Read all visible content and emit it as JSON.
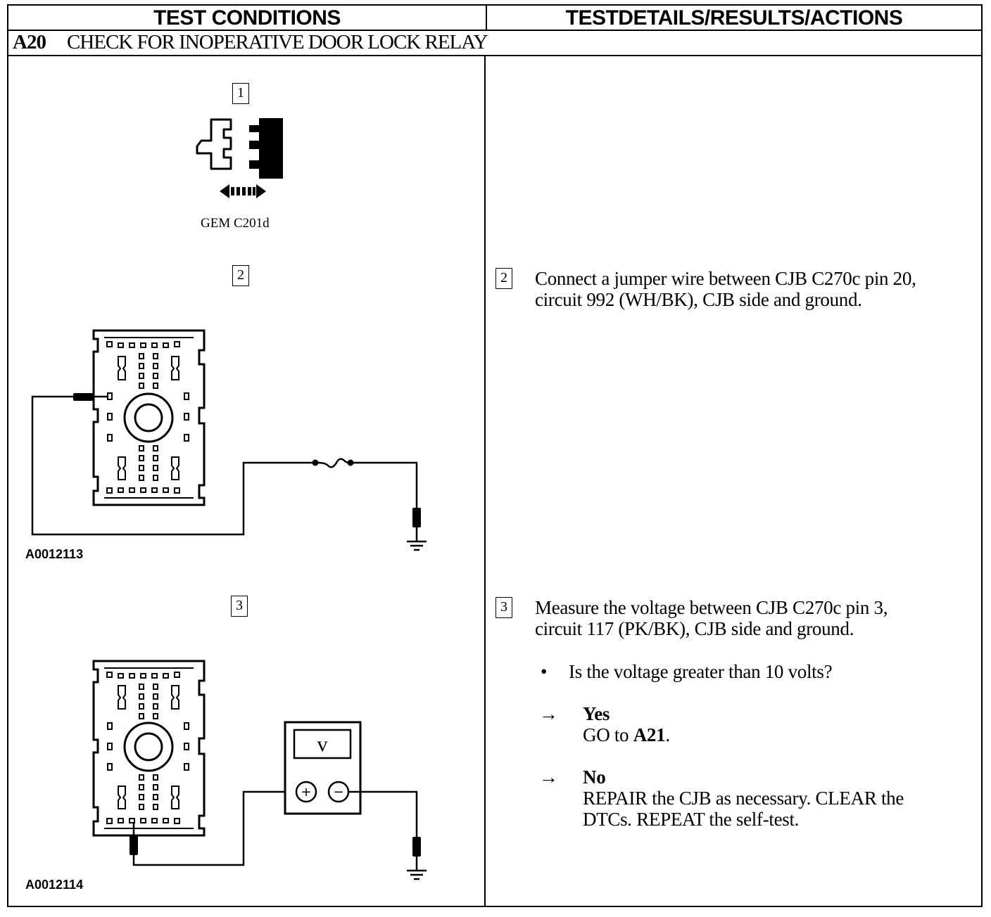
{
  "header": {
    "left": "TEST CONDITIONS",
    "right": "TESTDETAILS/RESULTS/ACTIONS"
  },
  "test": {
    "code": "A20",
    "title": "CHECK FOR INOPERATIVE DOOR LOCK RELAY"
  },
  "steps": [
    {
      "number": "1",
      "caption": "GEM C201d"
    },
    {
      "number": "2",
      "figure_id": "A0012113",
      "lines": [
        "Connect a jumper wire between CJB C270c pin 20,",
        "circuit 992 (WH/BK), CJB side and ground."
      ]
    },
    {
      "number": "3",
      "figure_id": "A0012114",
      "lines": [
        "Measure the voltage between CJB C270c pin 3,",
        "circuit 117 (PK/BK), CJB side and ground."
      ],
      "bullet": "•",
      "question": "Is the voltage greater than 10 volts?",
      "arrow": "→",
      "yes_label": "Yes",
      "yes_action_prefix": "GO to",
      "yes_action_target": "A21",
      "no_label": "No",
      "no_action_lines": [
        "REPAIR the CJB as necessary. CLEAR the",
        "DTCs. REPEAT the self-test."
      ]
    }
  ],
  "meter": {
    "display": "v",
    "plus": "+",
    "minus": "−"
  }
}
